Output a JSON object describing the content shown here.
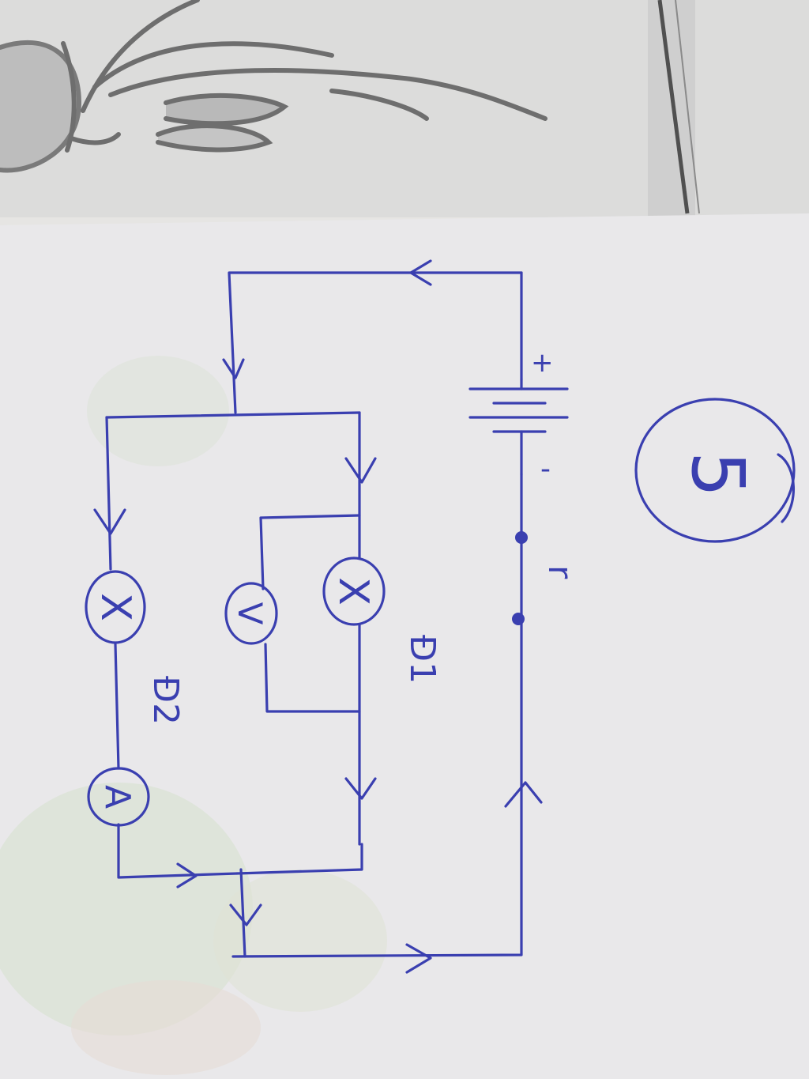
{
  "diagram": {
    "problem_number": "5",
    "battery_plus": "+",
    "battery_minus": "-",
    "internal_resistance": "r",
    "lamp_1_symbol": "X",
    "lamp_1_label": "Đ1",
    "lamp_2_symbol": "X",
    "lamp_2_label": "Đ2",
    "voltmeter": "V",
    "ammeter": "A"
  },
  "colors": {
    "ink": "#3a3fb0",
    "paper": "#e6e5e3",
    "butterfly": "#7a7a7a"
  }
}
